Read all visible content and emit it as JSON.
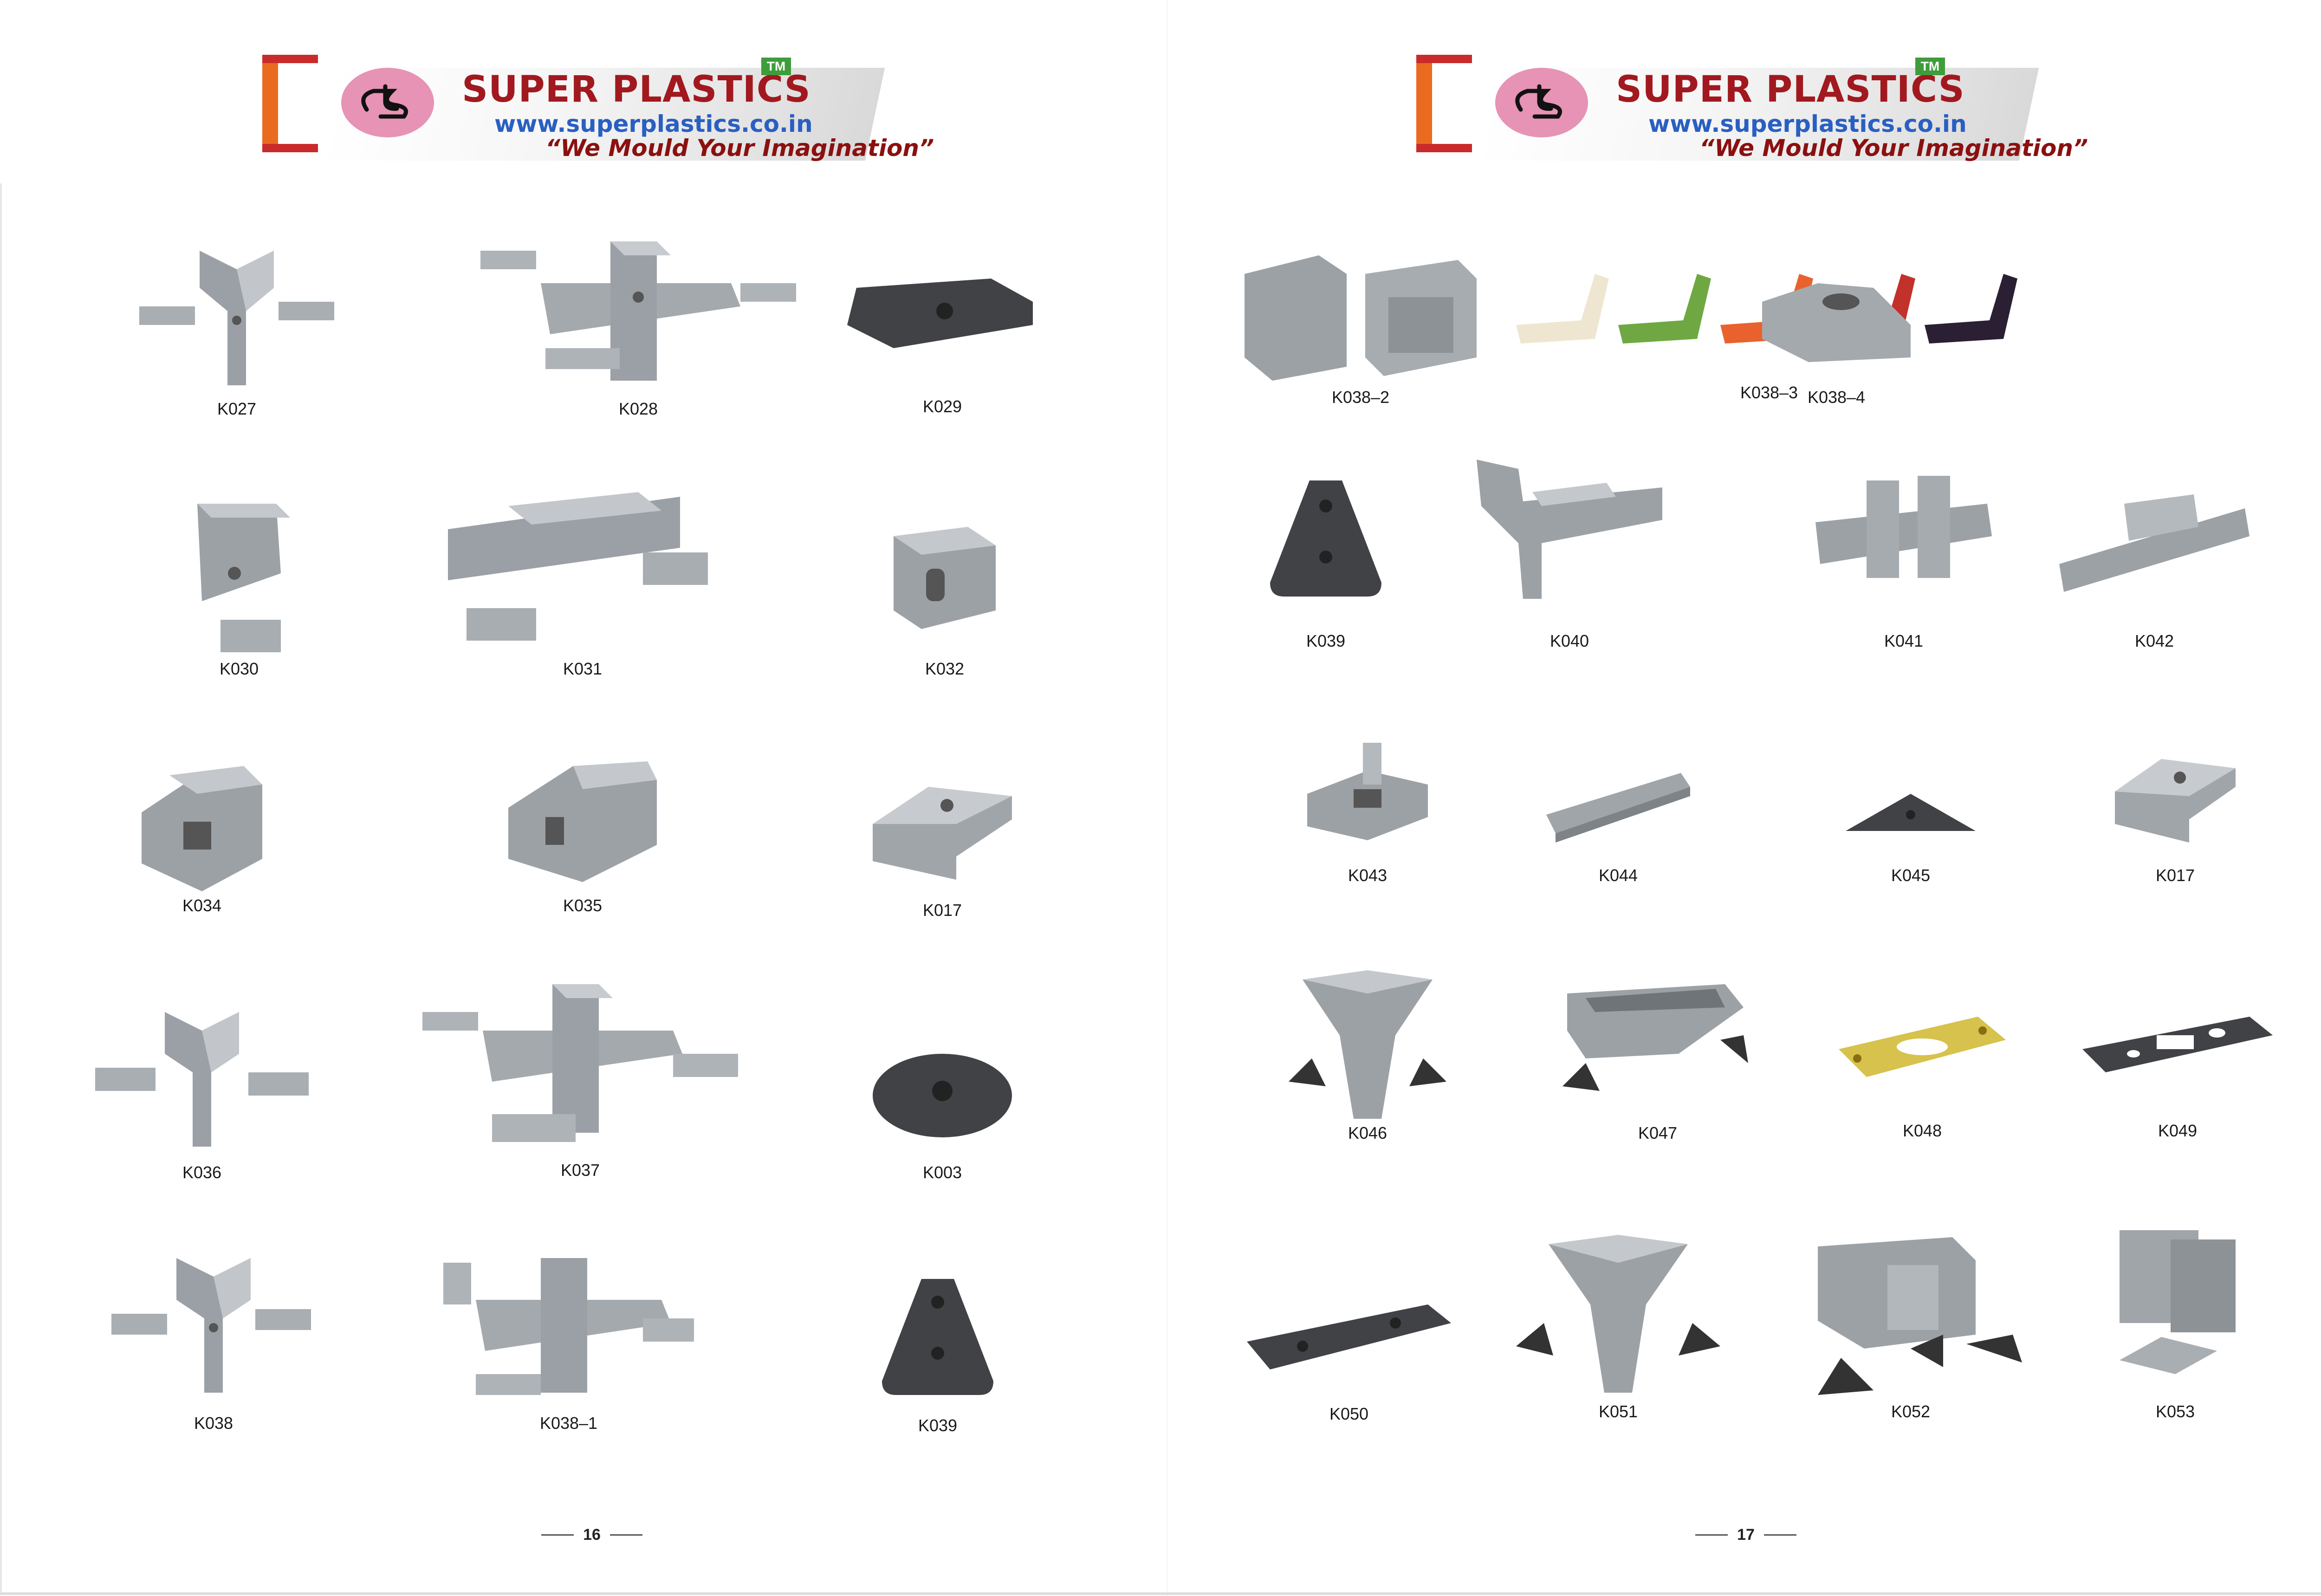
{
  "header": {
    "brand": "SUPER PLASTICS",
    "trademark": "TM",
    "website": "www.superplastics.co.in",
    "tagline": "“We Mould Your Imagination”",
    "colors": {
      "brand_red": "#a1191f",
      "url_blue": "#2a5fc2",
      "logo_pink": "#e693b5",
      "tm_green": "#3f9c3b",
      "brace_orange": "#ea6a1f"
    },
    "logo_icon": "sp-monogram-icon"
  },
  "pages": {
    "left": {
      "number": "16",
      "products": [
        {
          "code": "K027",
          "icon": "three-way-corner-connector-icon"
        },
        {
          "code": "K028",
          "icon": "five-way-cross-connector-icon"
        },
        {
          "code": "K029",
          "icon": "hexagonal-plate-icon"
        },
        {
          "code": "K030",
          "icon": "block-joint-icon"
        },
        {
          "code": "K031",
          "icon": "long-bracket-joint-icon"
        },
        {
          "code": "K032",
          "icon": "cube-joint-icon"
        },
        {
          "code": "K034",
          "icon": "square-block-joint-icon"
        },
        {
          "code": "K035",
          "icon": "flanged-block-joint-icon"
        },
        {
          "code": "K017",
          "icon": "u-channel-clamp-icon"
        },
        {
          "code": "K036",
          "icon": "three-way-corner-connector-icon"
        },
        {
          "code": "K037",
          "icon": "five-way-cross-connector-icon"
        },
        {
          "code": "K003",
          "icon": "round-washer-plate-icon"
        },
        {
          "code": "K038",
          "icon": "three-way-corner-connector-icon"
        },
        {
          "code": "K038–1",
          "icon": "five-way-cross-connector-icon"
        },
        {
          "code": "K039",
          "icon": "triangle-plate-icon"
        }
      ]
    },
    "right": {
      "number": "17",
      "products": [
        {
          "code": "K038–2",
          "icon": "hinge-joint-pair-icon"
        },
        {
          "code": "K038–3",
          "icon": "colored-corner-brackets-icon",
          "swatches": [
            "#efe6d2",
            "#6fa843",
            "#e9622d",
            "#c2312a",
            "#2a1f33"
          ]
        },
        {
          "code": "K038–4",
          "icon": "clamp-block-icon"
        },
        {
          "code": "K039",
          "icon": "triangle-plate-icon"
        },
        {
          "code": "K040",
          "icon": "t-joint-connector-icon"
        },
        {
          "code": "K041",
          "icon": "cross-joint-connector-icon"
        },
        {
          "code": "K042",
          "icon": "rail-connector-icon"
        },
        {
          "code": "K043",
          "icon": "mounting-base-icon"
        },
        {
          "code": "K044",
          "icon": "channel-strip-icon"
        },
        {
          "code": "K045",
          "icon": "triangle-plate-icon"
        },
        {
          "code": "K017",
          "icon": "u-channel-clamp-icon"
        },
        {
          "code": "K046",
          "icon": "funnel-corner-connector-icon"
        },
        {
          "code": "K047",
          "icon": "open-corner-connector-icon"
        },
        {
          "code": "K048",
          "icon": "brass-slotted-plate-icon"
        },
        {
          "code": "K049",
          "icon": "slotted-plate-icon"
        },
        {
          "code": "K050",
          "icon": "flat-link-plate-icon"
        },
        {
          "code": "K051",
          "icon": "funnel-corner-connector-icon"
        },
        {
          "code": "K052",
          "icon": "bracket-assembly-icon"
        },
        {
          "code": "K053",
          "icon": "double-flange-bracket-icon"
        }
      ]
    }
  }
}
